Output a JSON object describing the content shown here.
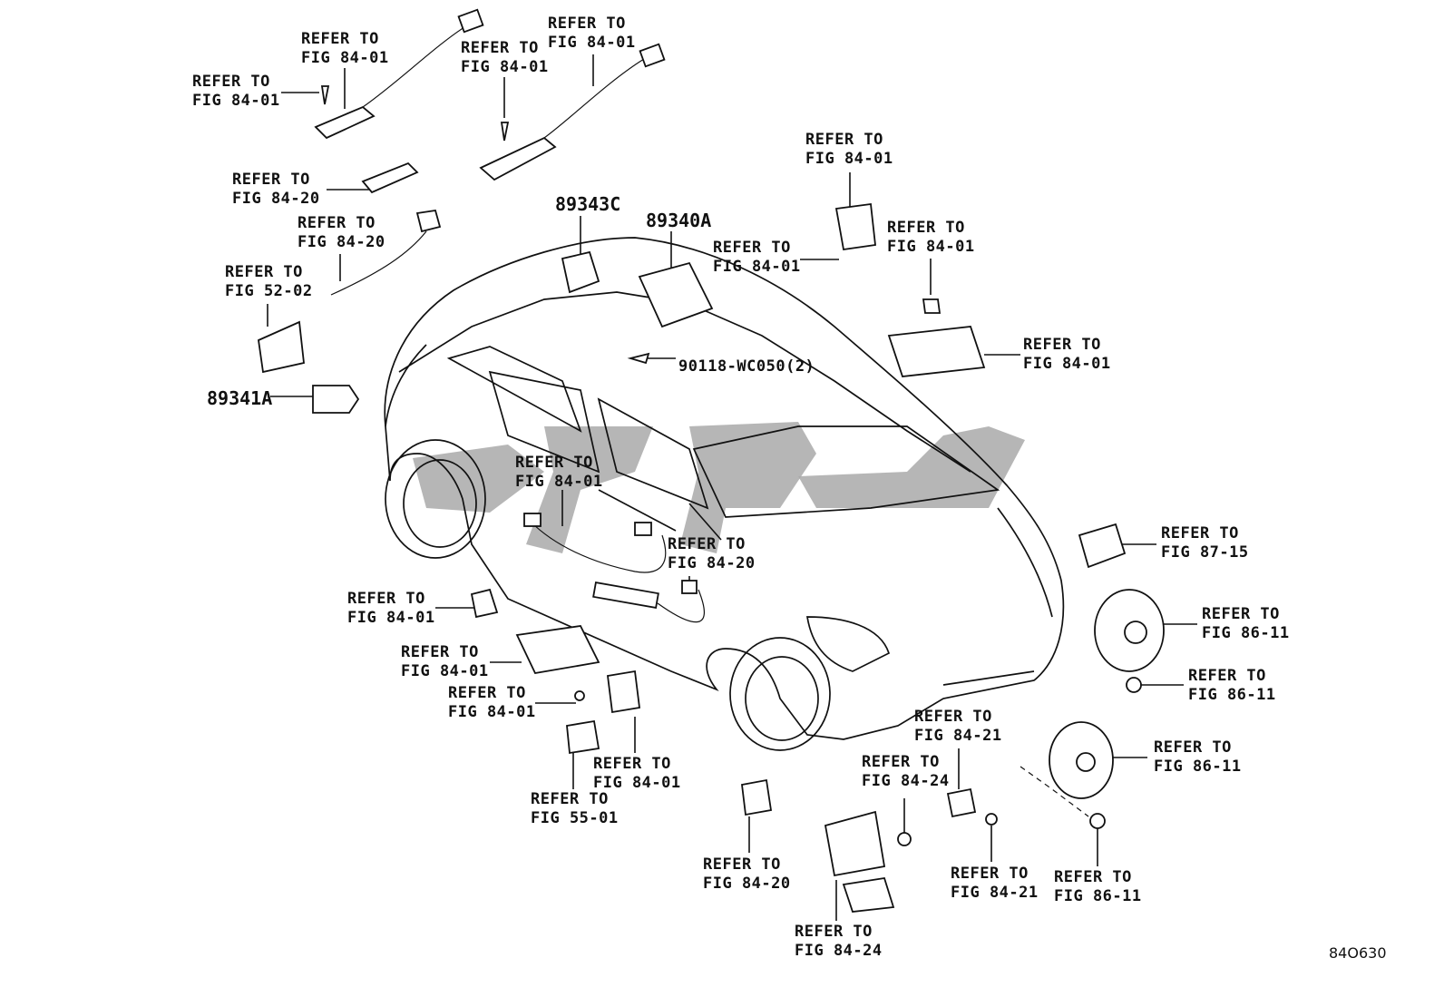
{
  "diagram": {
    "figure_code": "84O630",
    "part_numbers": [
      {
        "id": "p89343C",
        "text": "89343C"
      },
      {
        "id": "p89340A",
        "text": "89340A"
      },
      {
        "id": "p89341A",
        "text": "89341A"
      },
      {
        "id": "pbolt",
        "text": "90118-WC050(2)"
      }
    ],
    "callouts": [
      {
        "l1": "REFER TO",
        "l2": "FIG 84-01"
      },
      {
        "l1": "REFER TO",
        "l2": "FIG 84-01"
      },
      {
        "l1": "REFER TO",
        "l2": "FIG 84-01"
      },
      {
        "l1": "REFER TO",
        "l2": "FIG 84-01"
      },
      {
        "l1": "REFER TO",
        "l2": "FIG 84-20"
      },
      {
        "l1": "REFER TO",
        "l2": "FIG 84-20"
      },
      {
        "l1": "REFER TO",
        "l2": "FIG 52-02"
      },
      {
        "l1": "REFER TO",
        "l2": "FIG 84-01"
      },
      {
        "l1": "REFER TO",
        "l2": "FIG 84-01"
      },
      {
        "l1": "REFER TO",
        "l2": "FIG 84-01"
      },
      {
        "l1": "REFER TO",
        "l2": "FIG 84-01"
      },
      {
        "l1": "REFER TO",
        "l2": "FIG 84-01"
      },
      {
        "l1": "REFER TO",
        "l2": "FIG 84-20"
      },
      {
        "l1": "REFER TO",
        "l2": "FIG 87-15"
      },
      {
        "l1": "REFER TO",
        "l2": "FIG 86-11"
      },
      {
        "l1": "REFER TO",
        "l2": "FIG 86-11"
      },
      {
        "l1": "REFER TO",
        "l2": "FIG 86-11"
      },
      {
        "l1": "REFER TO",
        "l2": "FIG 86-11"
      },
      {
        "l1": "REFER TO",
        "l2": "FIG 84-01"
      },
      {
        "l1": "REFER TO",
        "l2": "FIG 84-01"
      },
      {
        "l1": "REFER TO",
        "l2": "FIG 84-01"
      },
      {
        "l1": "REFER TO",
        "l2": "FIG 84-01"
      },
      {
        "l1": "REFER TO",
        "l2": "FIG 55-01"
      },
      {
        "l1": "REFER TO",
        "l2": "FIG 84-20"
      },
      {
        "l1": "REFER TO",
        "l2": "FIG 84-24"
      },
      {
        "l1": "REFER TO",
        "l2": "FIG 84-24"
      },
      {
        "l1": "REFER TO",
        "l2": "FIG 84-21"
      },
      {
        "l1": "REFER TO",
        "l2": "FIG 84-21"
      }
    ]
  }
}
